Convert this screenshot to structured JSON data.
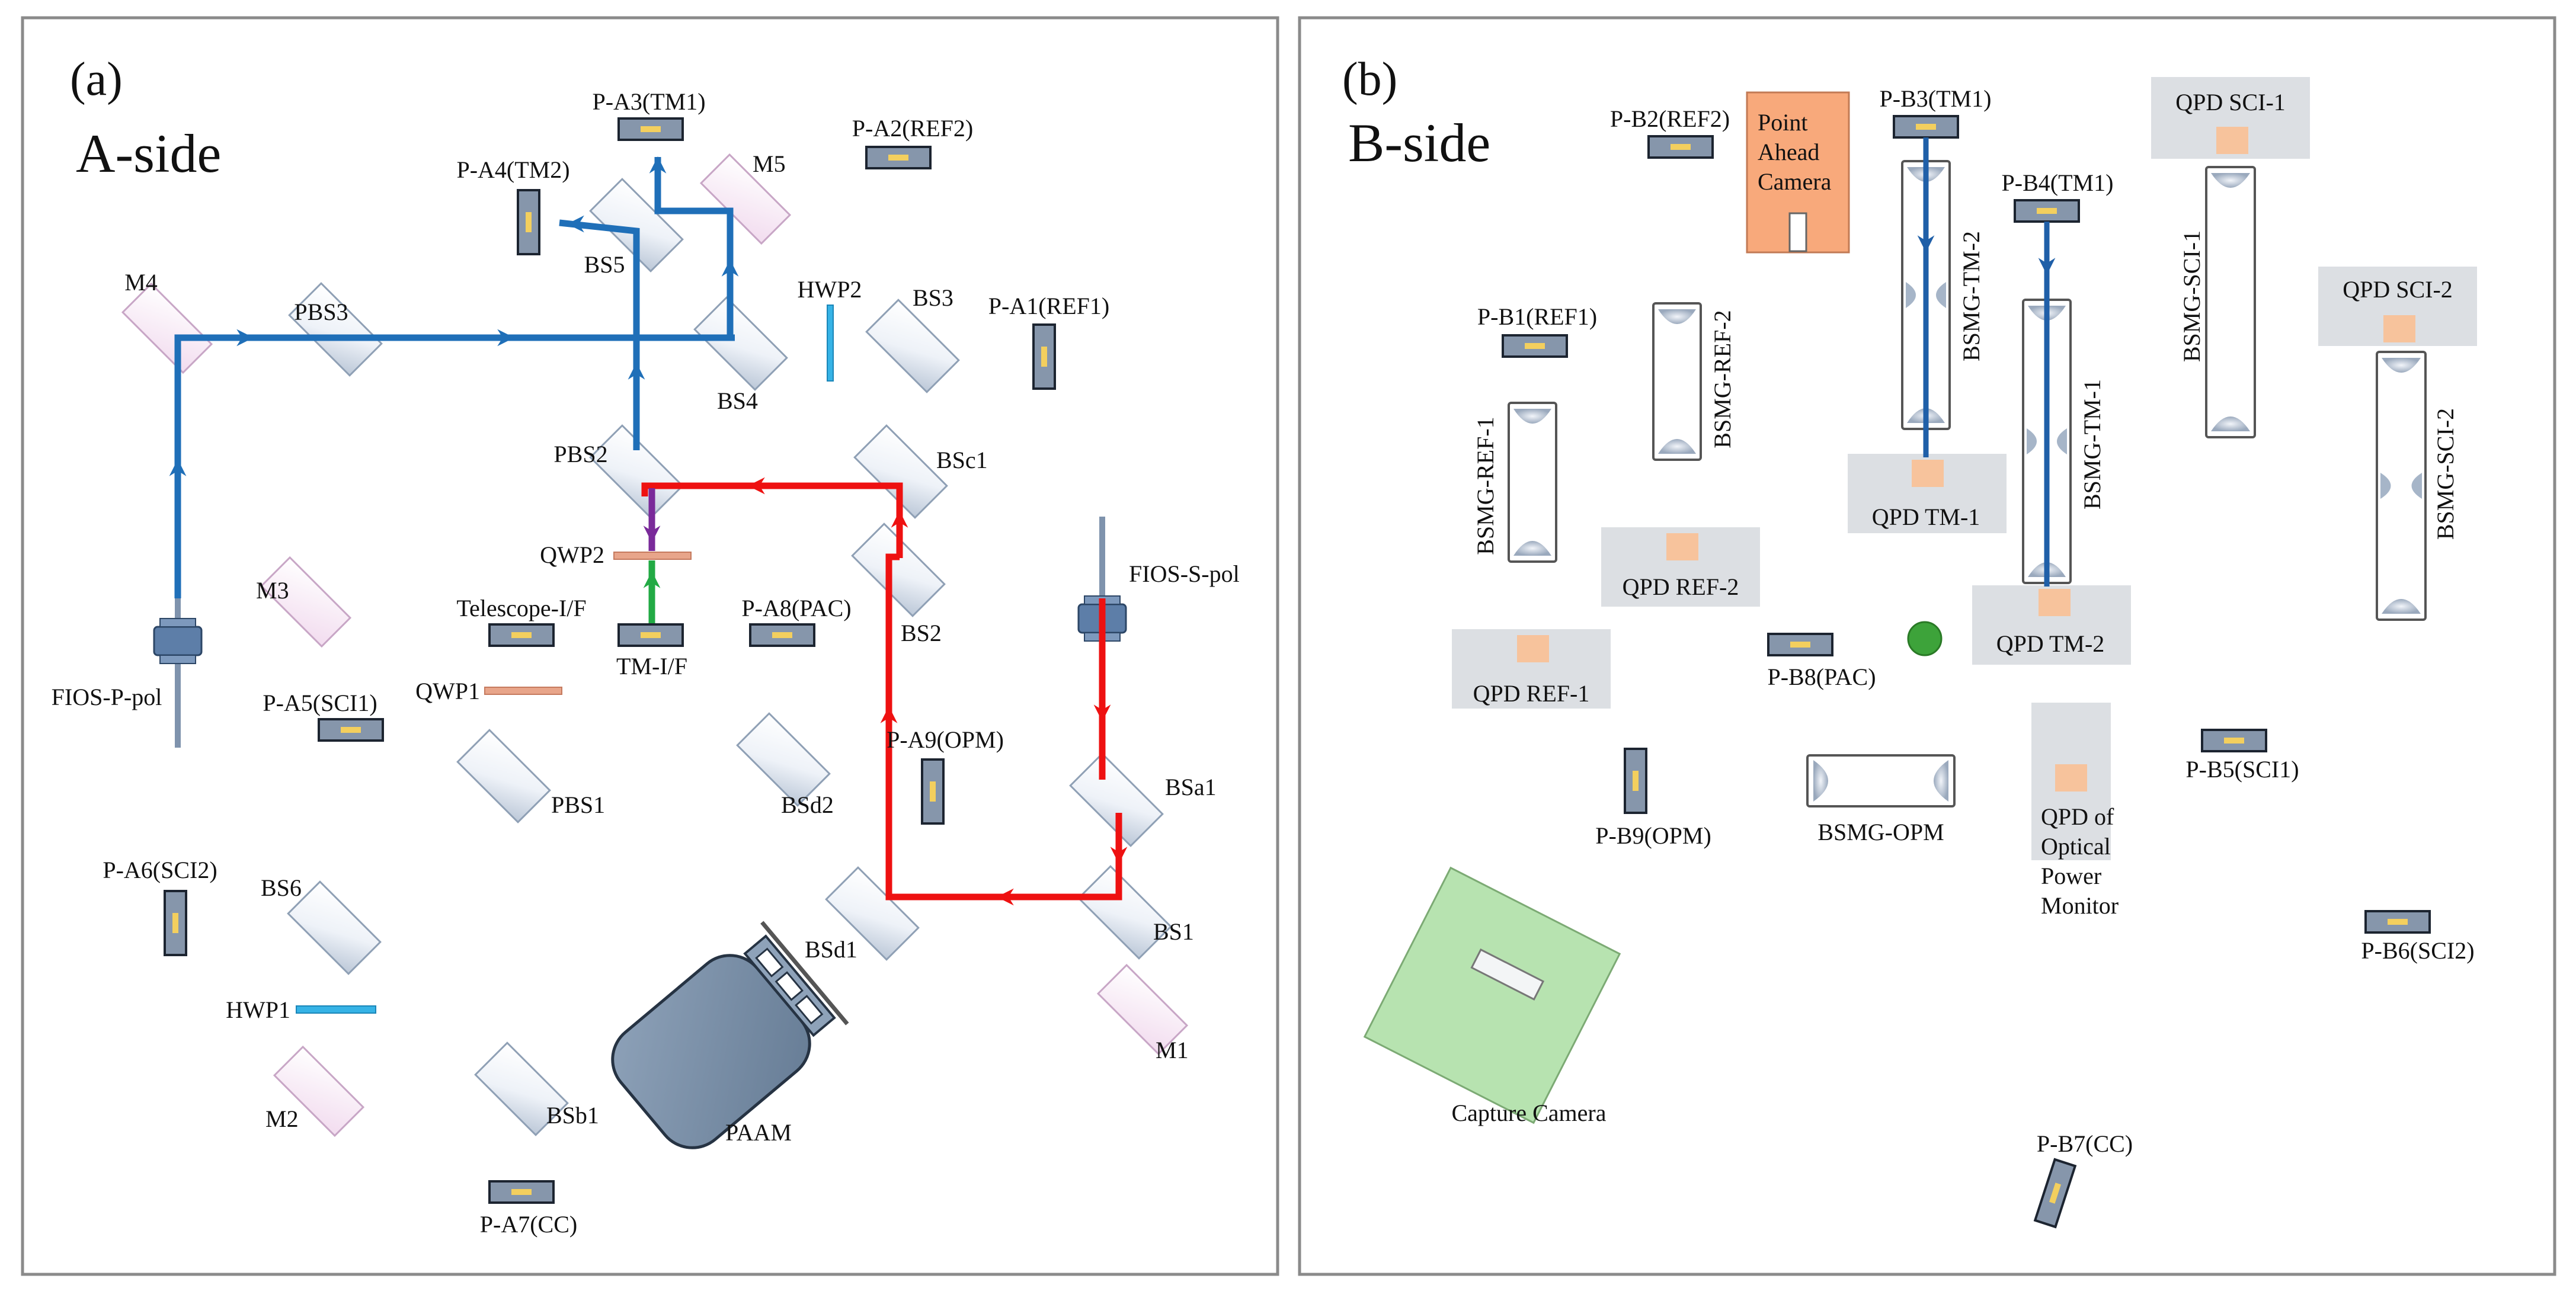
{
  "colors": {
    "beam_blue": "#1f6fb8",
    "beam_red": "#ee1111",
    "beam_purple": "#7a2a9a",
    "beam_green": "#22aa44",
    "pd_body": "#8696ab",
    "pd_slot": "#f3cf5e",
    "mirror_fill": "#fbf1fa",
    "mirror_edge": "#c8a6c6",
    "bs_fill": "#f4f7fb",
    "bs_edge": "#8fa0b5",
    "qpd_pad": "#dcdfe3",
    "qpd_sensor": "#f7c39c",
    "camera_orange": "#f8a97b",
    "capture_green": "#b7e3b0",
    "waveplate_orange": "#e8a58a",
    "waveplate_blue": "#36b3e6",
    "paam_body": "#7a90a8",
    "fios": "#5d7ea8",
    "dot_green": "#3da33a"
  },
  "panel_a": {
    "label": "(a)",
    "title": "A-side",
    "photodiodes": [
      {
        "label": "P-A3(TM1)"
      },
      {
        "label": "P-A2(REF2)"
      },
      {
        "label": "P-A4(TM2)"
      },
      {
        "label": "P-A1(REF1)"
      },
      {
        "label": "P-A8(PAC)"
      },
      {
        "label": "P-A9(OPM)"
      },
      {
        "label": "P-A5(SCI1)"
      },
      {
        "label": "P-A6(SCI2)"
      },
      {
        "label": "P-A7(CC)"
      },
      {
        "label": "Telescope-I/F"
      },
      {
        "label": "TM-I/F"
      }
    ],
    "mirrors": [
      {
        "label": "M5"
      },
      {
        "label": "M4"
      },
      {
        "label": "M3"
      },
      {
        "label": "M2"
      },
      {
        "label": "M1"
      }
    ],
    "beamsplitters": [
      {
        "label": "PBS3"
      },
      {
        "label": "BS5"
      },
      {
        "label": "BS4"
      },
      {
        "label": "BS3"
      },
      {
        "label": "PBS2"
      },
      {
        "label": "BSc1"
      },
      {
        "label": "BS2"
      },
      {
        "label": "PBS1"
      },
      {
        "label": "BSd2"
      },
      {
        "label": "BSa1"
      },
      {
        "label": "BSd1"
      },
      {
        "label": "BS1"
      },
      {
        "label": "BS6"
      },
      {
        "label": "BSb1"
      }
    ],
    "waveplates": [
      {
        "label": "HWP2"
      },
      {
        "label": "QWP2"
      },
      {
        "label": "QWP1"
      },
      {
        "label": "HWP1"
      }
    ],
    "fiber_p": "FIOS-P-pol",
    "fiber_s": "FIOS-S-pol",
    "paam": "PAAM"
  },
  "panel_b": {
    "label": "(b)",
    "title": "B-side",
    "photodiodes": [
      {
        "label": "P-B2(REF2)"
      },
      {
        "label": "P-B3(TM1)"
      },
      {
        "label": "P-B4(TM1)"
      },
      {
        "label": "P-B1(REF1)"
      },
      {
        "label": "P-B8(PAC)"
      },
      {
        "label": "P-B9(OPM)"
      },
      {
        "label": "P-B5(SCI1)"
      },
      {
        "label": "P-B6(SCI2)"
      },
      {
        "label": "P-B7(CC)"
      }
    ],
    "qpds": [
      {
        "label": "QPD SCI-1"
      },
      {
        "label": "QPD SCI-2"
      },
      {
        "label": "QPD TM-1"
      },
      {
        "label": "QPD REF-2"
      },
      {
        "label": "QPD TM-2"
      },
      {
        "label": "QPD REF-1"
      }
    ],
    "opm_qpd_lines": [
      "QPD of",
      "Optical",
      "Power",
      "Monitor"
    ],
    "bsmg": [
      {
        "label": "BSMG-REF-2"
      },
      {
        "label": "BSMG-REF-1"
      },
      {
        "label": "BSMG-TM-2"
      },
      {
        "label": "BSMG-TM-1"
      },
      {
        "label": "BSMG-SCI-1"
      },
      {
        "label": "BSMG-SCI-2"
      },
      {
        "label": "BSMG-OPM"
      }
    ],
    "pa_camera_lines": [
      "Point",
      "Ahead",
      "Camera"
    ],
    "capture_camera": "Capture Camera"
  }
}
